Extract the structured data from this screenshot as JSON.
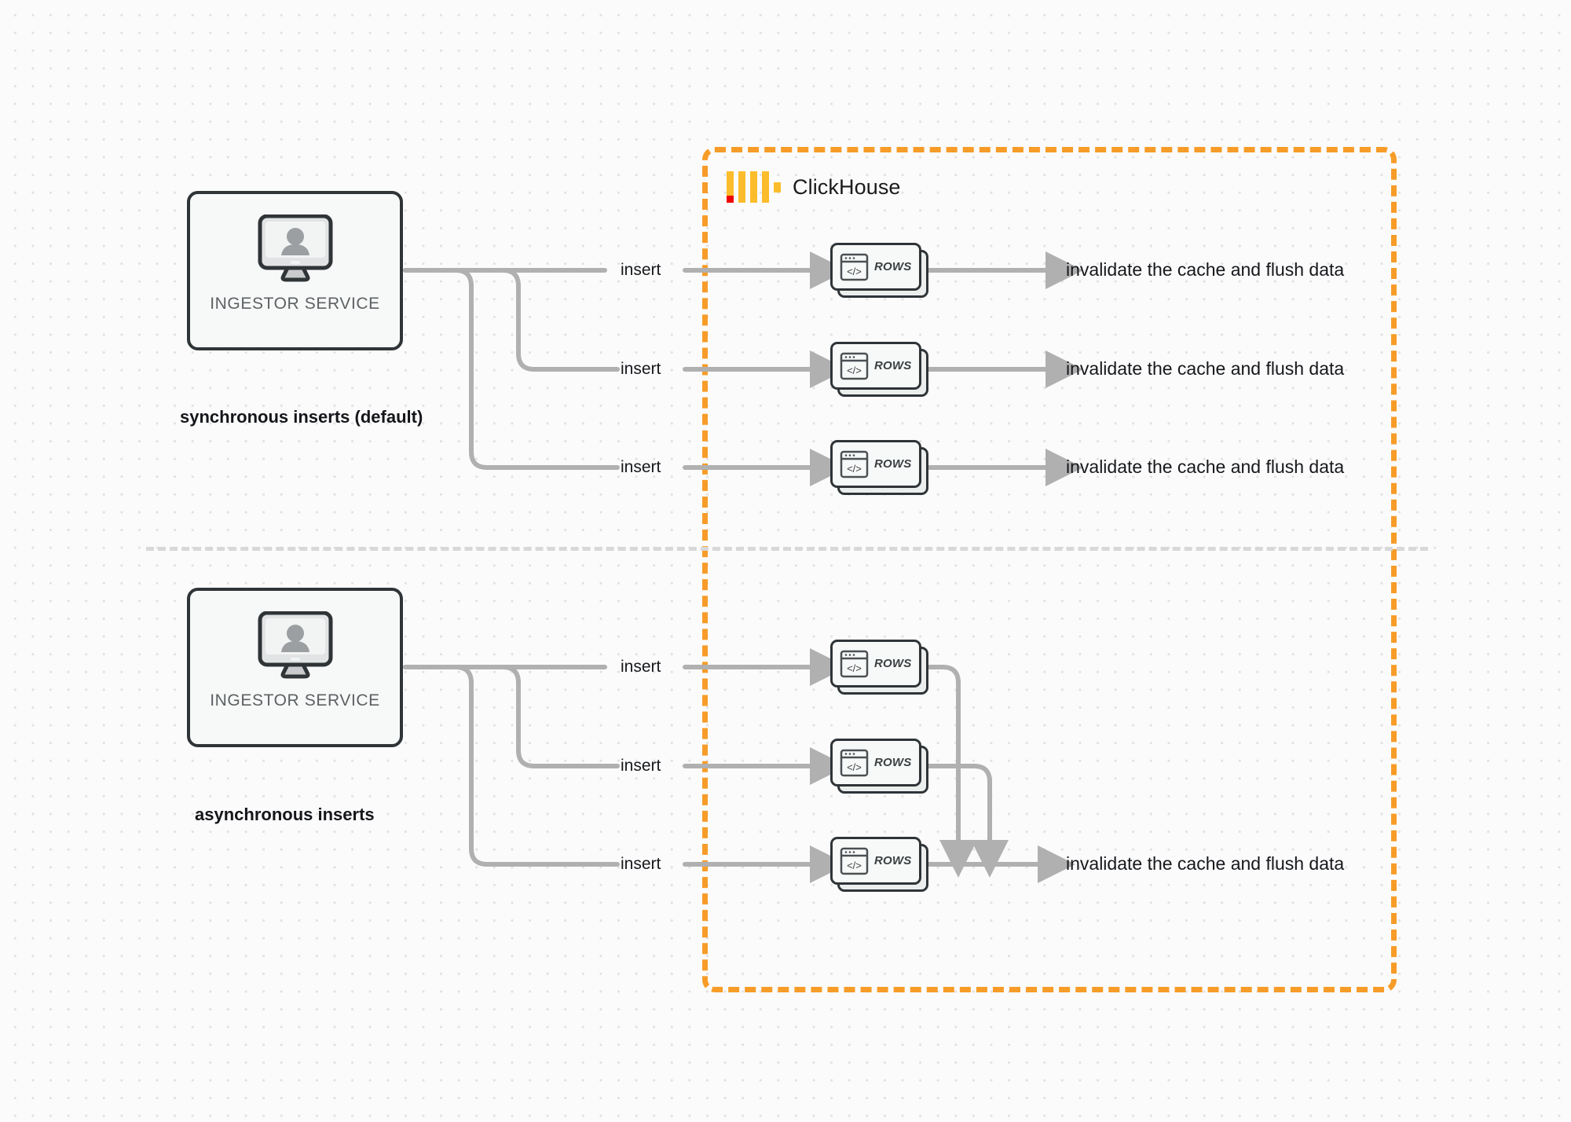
{
  "diagram": {
    "title": "ClickHouse synchronous vs asynchronous inserts",
    "background": "#fbfbfb",
    "accent_color": "#f79c28",
    "wire_color": "#b0b0b0",
    "box_border_color": "#2f3437"
  },
  "clickhouse": {
    "name": "ClickHouse",
    "logo_colors": {
      "bars": "#fcbc2b",
      "accent": "#f10000"
    }
  },
  "sections": [
    {
      "id": "sync",
      "caption": "synchronous inserts (default)",
      "ingestor": {
        "label": "INGESTOR SERVICE",
        "icon": "monitor-user-icon"
      },
      "flows": [
        {
          "insert_label": "insert",
          "rows_label": "ROWS",
          "output_label": "invalidate the cache and flush data"
        },
        {
          "insert_label": "insert",
          "rows_label": "ROWS",
          "output_label": "invalidate the cache and flush data"
        },
        {
          "insert_label": "insert",
          "rows_label": "ROWS",
          "output_label": "invalidate the cache and flush data"
        }
      ]
    },
    {
      "id": "async",
      "caption": "asynchronous inserts",
      "ingestor": {
        "label": "INGESTOR SERVICE",
        "icon": "monitor-user-icon"
      },
      "flows": [
        {
          "insert_label": "insert",
          "rows_label": "ROWS"
        },
        {
          "insert_label": "insert",
          "rows_label": "ROWS"
        },
        {
          "insert_label": "insert",
          "rows_label": "ROWS"
        }
      ],
      "merged_output_label": "invalidate the cache and flush data"
    }
  ]
}
